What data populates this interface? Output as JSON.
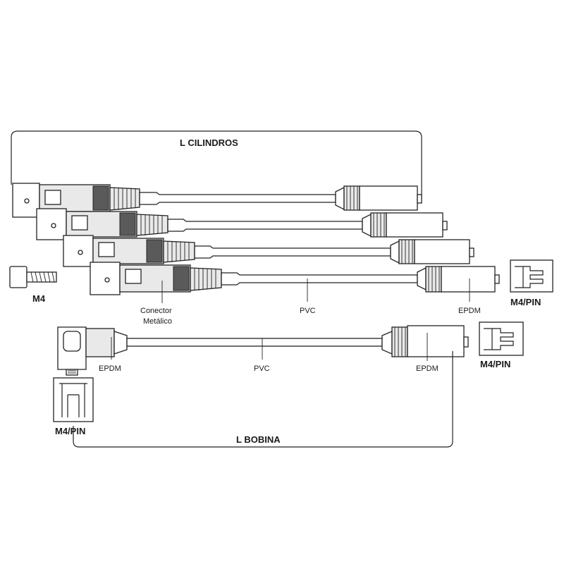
{
  "labels": {
    "l_cilindros": "L  CILINDROS",
    "l_bobina": "L  BOBINA",
    "m4": "M4",
    "conector_line1": "Conector",
    "conector_line2": "Metálico",
    "pvc_top": "PVC",
    "epdm_top": "EPDM",
    "m4pin_right_top": "M4/PIN",
    "epdm_coil_left": "EPDM",
    "pvc_coil": "PVC",
    "epdm_coil_right": "EPDM",
    "m4pin_right_bottom": "M4/PIN",
    "m4pin_left": "M4/PIN"
  },
  "colors": {
    "line": "#222222",
    "fill_light": "#e9e9e9",
    "fill_dark": "#5a5a5a",
    "text": "#1a1a1a"
  }
}
